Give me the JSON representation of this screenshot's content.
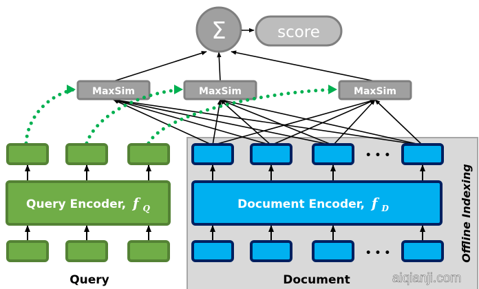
{
  "title": "ColBERT late-interaction architecture",
  "top": {
    "sum_symbol": "Σ",
    "sum_icon": "summation-icon",
    "score_label": "score"
  },
  "maxsim": {
    "label": "MaxSim",
    "count": 3
  },
  "query": {
    "encoder_label": "Query Encoder,",
    "encoder_func": "f",
    "encoder_sub": "Q",
    "section_label": "Query",
    "token_count": 3
  },
  "document": {
    "encoder_label": "Document Encoder,",
    "encoder_func": "f",
    "encoder_sub": "D",
    "section_label": "Document",
    "token_count": 4,
    "ellipsis": "• • •"
  },
  "offline_label": "Offline Indexing",
  "watermark": "aiqianji.com",
  "colors": {
    "query_fill": "#70ad47",
    "query_border": "#548235",
    "doc_fill": "#00b0f0",
    "doc_border": "#002060",
    "maxsim_fill": "#a0a0a0",
    "dotted_arrow": "#00b050",
    "offline_panel": "#d9d9d9"
  }
}
